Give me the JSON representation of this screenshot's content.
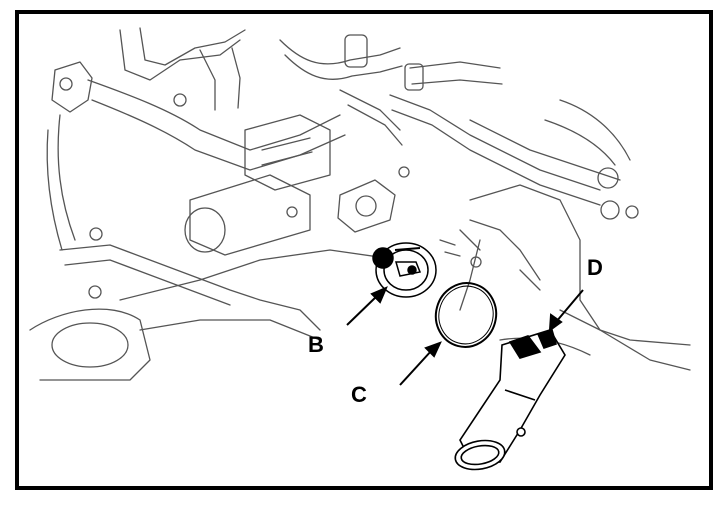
{
  "figure": {
    "callouts": [
      {
        "id": "B",
        "label": "B"
      },
      {
        "id": "C",
        "label": "C"
      },
      {
        "id": "D",
        "label": "D"
      }
    ]
  },
  "colors": {
    "ink": "#000000",
    "line": "#444444",
    "paper": "#ffffff"
  }
}
